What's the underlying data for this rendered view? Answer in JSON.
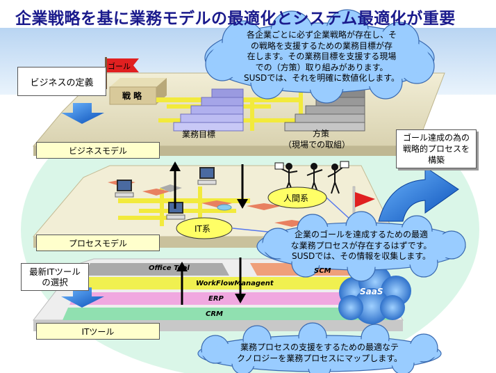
{
  "title": "企業戦略を基に業務モデルの最適化とシステム最適化が重要",
  "labels": {
    "business_definition": "ビジネスの定義",
    "goal": "ゴール",
    "strategy": "戦 略",
    "business_goal": "業務目標",
    "measure": "方策",
    "measure_sub": "（現場での取組）",
    "business_model": "ビジネスモデル",
    "goal_process": [
      "ゴール達成の為の",
      "戦略的プロセスを",
      "構築"
    ],
    "human_system": "人間系",
    "it_system": "IT系",
    "process_model": "プロセスモデル",
    "latest_it_tools": [
      "最新ITツール",
      "の選択"
    ],
    "office_tool": "Office Tool",
    "scm": "SCM",
    "workflow": "WorkFlowManagent",
    "erp": "ERP",
    "crm": "CRM",
    "saas": "SaaS",
    "it_tools": "ITツール"
  },
  "callouts": {
    "top": [
      "各企業ごとに必ず企業戦略が存在し、そ",
      "の戦略を支援するための業務目標が存",
      "在します。その業務目標を支援する現場",
      "での（方策）取り組みがあります。",
      "SUSDでは、それを明確に数値化します。"
    ],
    "middle": [
      "企業のゴールを達成するための最適",
      "な業務プロセスが存在するはずです。",
      "SUSDでは、その情報を収集します。"
    ],
    "bottom": [
      "業務プロセスの支援をするための最適なテ",
      "クノロジーを業務プロセスにマップします。"
    ]
  },
  "colors": {
    "title": "#1a1a8c",
    "cloud": "#99ccff",
    "label_box": "#ffffcc",
    "arrow_blue": "#1f6fd1",
    "workflow_band": "#f0f050",
    "erp_band": "#f0a8e0",
    "crm_band": "#90e0b0",
    "flag": "#e02020"
  }
}
